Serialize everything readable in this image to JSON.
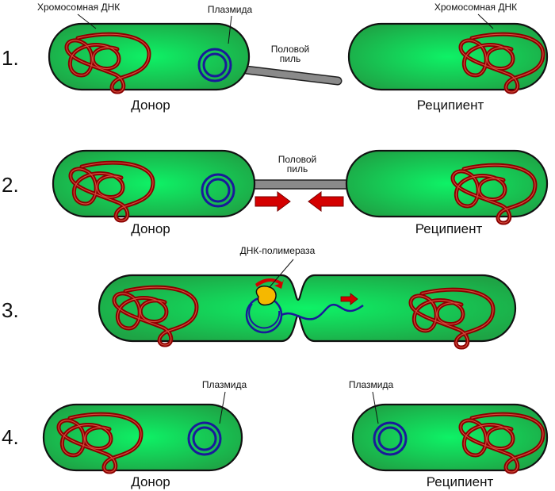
{
  "steps": [
    "1.",
    "2.",
    "3.",
    "4."
  ],
  "labels": {
    "chromosomal_dna": "Хромосомная ДНК",
    "plasmid": "Плазмида",
    "pilus_line1": "Половой",
    "pilus_line2": "пиль",
    "donor": "Донор",
    "recipient": "Реципиент",
    "dna_polymerase": "ДНК-полимераза"
  },
  "colors": {
    "cell": "#18c050",
    "chromosome": "#8b0000",
    "plasmid": "#1a1a9a",
    "pilus": "#808080",
    "arrow": "#d40000",
    "polymerase": "#f5b800"
  }
}
